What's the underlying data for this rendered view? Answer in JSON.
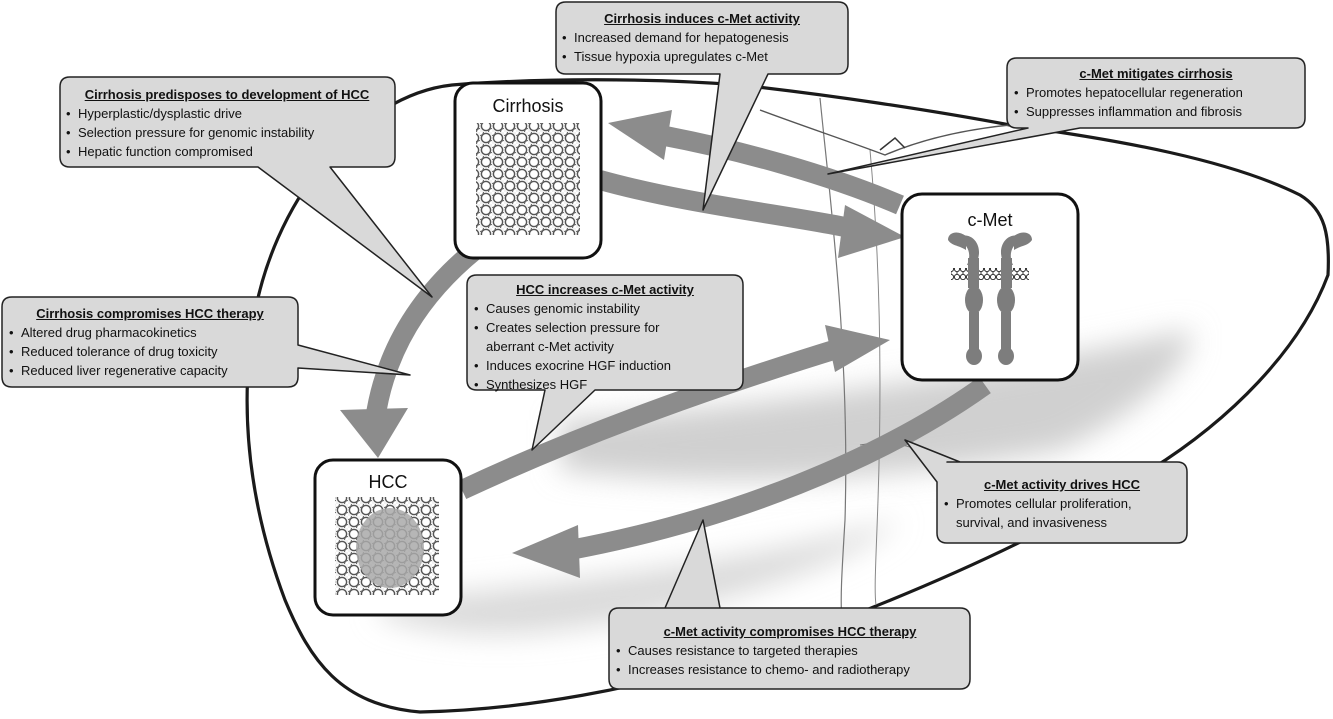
{
  "nodes": {
    "cirrhosis": "Cirrhosis",
    "hcc": "HCC",
    "cmet": "c-Met"
  },
  "callouts": {
    "cirrhosis_hcc_dev": {
      "title": "Cirrhosis predisposes to development of HCC",
      "items": [
        "Hyperplastic/dysplastic drive",
        "Selection pressure for genomic instability",
        "Hepatic function compromised"
      ]
    },
    "cirrhosis_induces_cmet": {
      "title": "Cirrhosis induces c-Met activity",
      "items": [
        "Increased demand for hepatogenesis",
        "Tissue hypoxia upregulates c-Met"
      ]
    },
    "cmet_mitigates": {
      "title": "c-Met mitigates cirrhosis",
      "items": [
        "Promotes hepatocellular regeneration",
        "Suppresses inflammation and fibrosis"
      ]
    },
    "cirrhosis_compromises": {
      "title": "Cirrhosis compromises HCC therapy",
      "items": [
        "Altered drug pharmacokinetics",
        "Reduced tolerance of drug toxicity",
        "Reduced liver regenerative capacity"
      ]
    },
    "hcc_increases_cmet": {
      "title": "HCC increases c-Met activity",
      "items": [
        "Causes genomic instability",
        "Creates selection pressure for aberrant c-Met activity",
        "Induces exocrine HGF induction",
        "Synthesizes HGF"
      ]
    },
    "cmet_drives_hcc": {
      "title": "c-Met activity drives HCC",
      "items": [
        "Promotes cellular proliferation, survival, and invasiveness"
      ]
    },
    "cmet_compromises": {
      "title": "c-Met activity compromises HCC therapy",
      "items": [
        "Causes resistance to targeted therapies",
        "Increases resistance to chemo- and radiotherapy"
      ]
    }
  },
  "colors": {
    "arrow": "#8c8c8c",
    "callout_fill": "#d9d9d9",
    "outline": "#222222",
    "shadow": "#d6d6d6",
    "receptor": "#7d7d7d"
  }
}
